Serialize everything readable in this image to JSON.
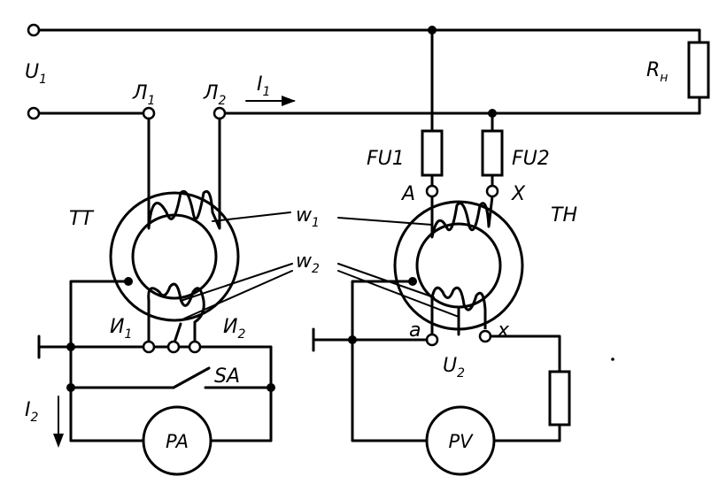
{
  "labels": {
    "u1_main": "U",
    "u1_sub": "1",
    "l1_main": "Л",
    "l1_sub": "1",
    "l2_main": "Л",
    "l2_sub": "2",
    "i1_main": "I",
    "i1_sub": "1",
    "rh_main": "R",
    "rh_sub": "н",
    "fu1": "FU1",
    "fu2": "FU2",
    "a_upper": "A",
    "x_upper": "X",
    "tt": "TT",
    "th": "TH",
    "w1_main": "w",
    "w1_sub": "1",
    "w2_main": "w",
    "w2_sub": "2",
    "i_term1_main": "И",
    "i_term1_sub": "1",
    "i_term2_main": "И",
    "i_term2_sub": "2",
    "a_lower": "a",
    "x_lower": "x",
    "u2_main": "U",
    "u2_sub": "2",
    "sa": "SA",
    "i2_main": "I",
    "i2_sub": "2",
    "pa": "PA",
    "pv": "PV"
  }
}
